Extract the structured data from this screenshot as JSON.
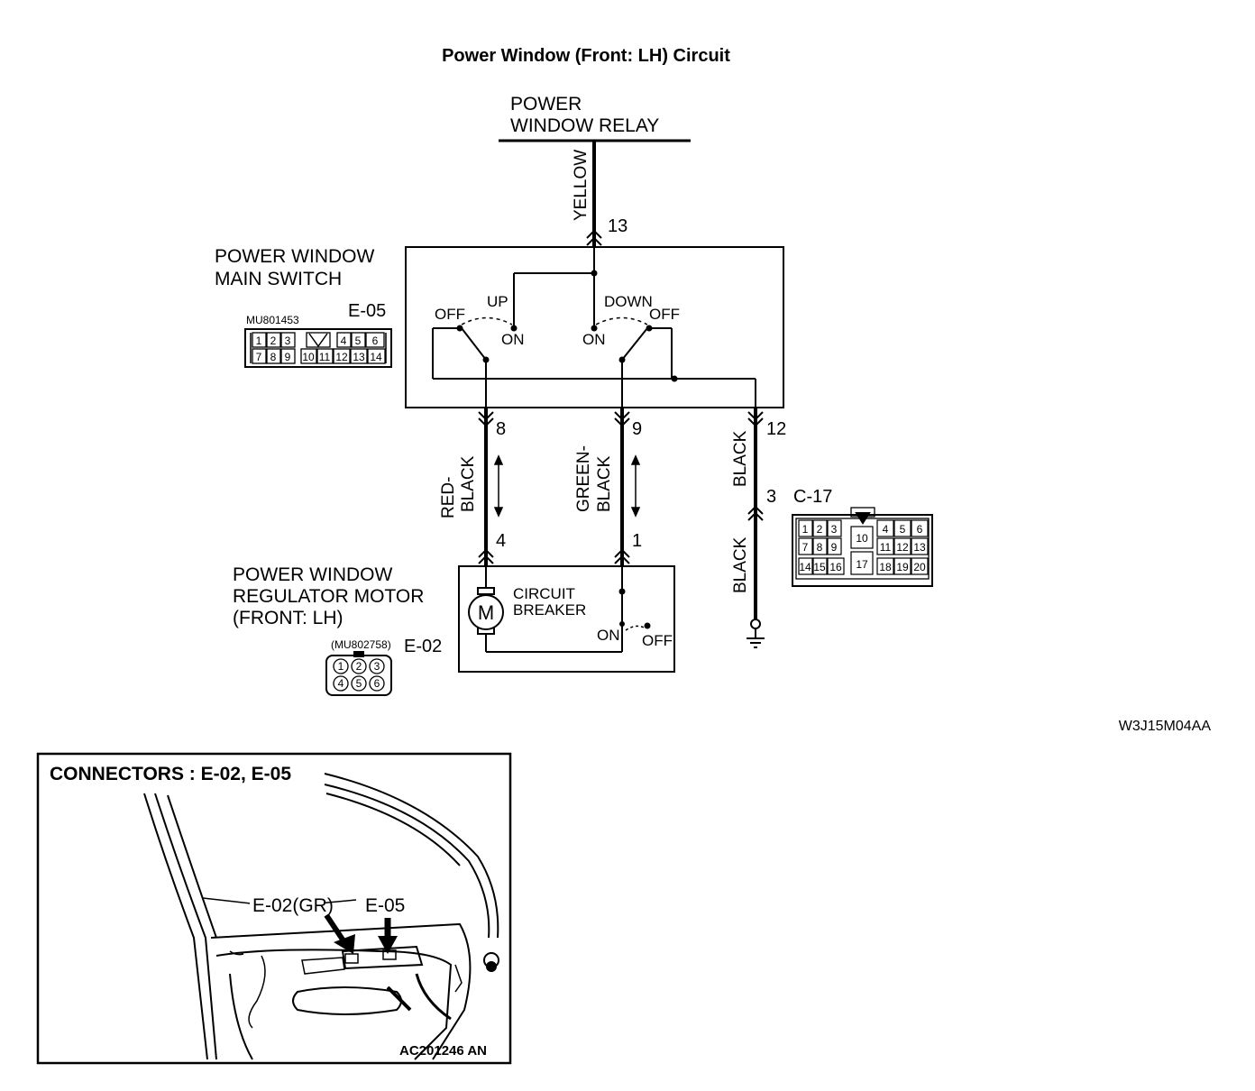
{
  "title": "Power Window (Front: LH) Circuit",
  "relay": {
    "line1": "POWER",
    "line2": "WINDOW RELAY"
  },
  "wires": {
    "yellow": "YELLOW",
    "red_black_1": "RED-",
    "red_black_2": "BLACK",
    "green_black_1": "GREEN-",
    "green_black_2": "BLACK",
    "black_upper": "BLACK",
    "black_lower": "BLACK"
  },
  "pins": {
    "p13": "13",
    "p8": "8",
    "p9": "9",
    "p12": "12",
    "p4": "4",
    "p1": "1",
    "p3": "3"
  },
  "main_switch": {
    "label1": "POWER WINDOW",
    "label2": "MAIN SWITCH",
    "connector": "E-05",
    "part_no": "MU801453",
    "up": "UP",
    "down": "DOWN",
    "off_left": "OFF",
    "off_right": "OFF",
    "on_left": "ON",
    "on_right": "ON",
    "pins_top": [
      "1",
      "2",
      "3",
      "4",
      "5",
      "6"
    ],
    "pins_bottom": [
      "7",
      "8",
      "9",
      "10",
      "11",
      "12",
      "13",
      "14"
    ]
  },
  "c17": {
    "connector": "C-17",
    "row1": [
      "1",
      "2",
      "3",
      "4",
      "5",
      "6"
    ],
    "row1_right": "10",
    "row2": [
      "7",
      "8",
      "9",
      "11",
      "12",
      "13"
    ],
    "row3": [
      "14",
      "15",
      "16",
      "17",
      "18",
      "19",
      "20"
    ]
  },
  "motor": {
    "label1": "POWER WINDOW",
    "label2": "REGULATOR MOTOR",
    "label3": "(FRONT: LH)",
    "connector": "E-02",
    "part_no": "(MU802758)",
    "motor_symbol": "M",
    "breaker1": "CIRCUIT",
    "breaker2": "BREAKER",
    "on": "ON",
    "off": "OFF",
    "pins": [
      "1",
      "2",
      "3",
      "4",
      "5",
      "6"
    ]
  },
  "figure_code": "W3J15M04AA",
  "connectors_panel": {
    "title": "CONNECTORS : E-02, E-05",
    "callout_e02": "E-02(GR)",
    "callout_e05": "E-05",
    "code": "AC201246 AN"
  }
}
